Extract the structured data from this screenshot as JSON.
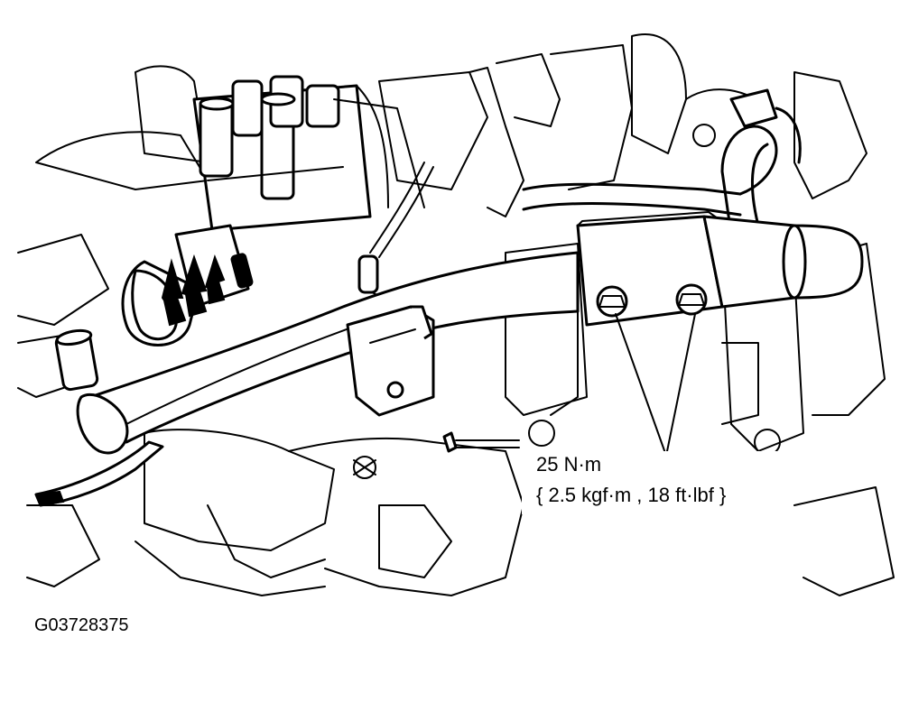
{
  "torque_spec": {
    "line1": "25 N·m",
    "line2": "{ 2.5 kgf·m , 18 ft·lbf }"
  },
  "figure_id": "G03728375"
}
